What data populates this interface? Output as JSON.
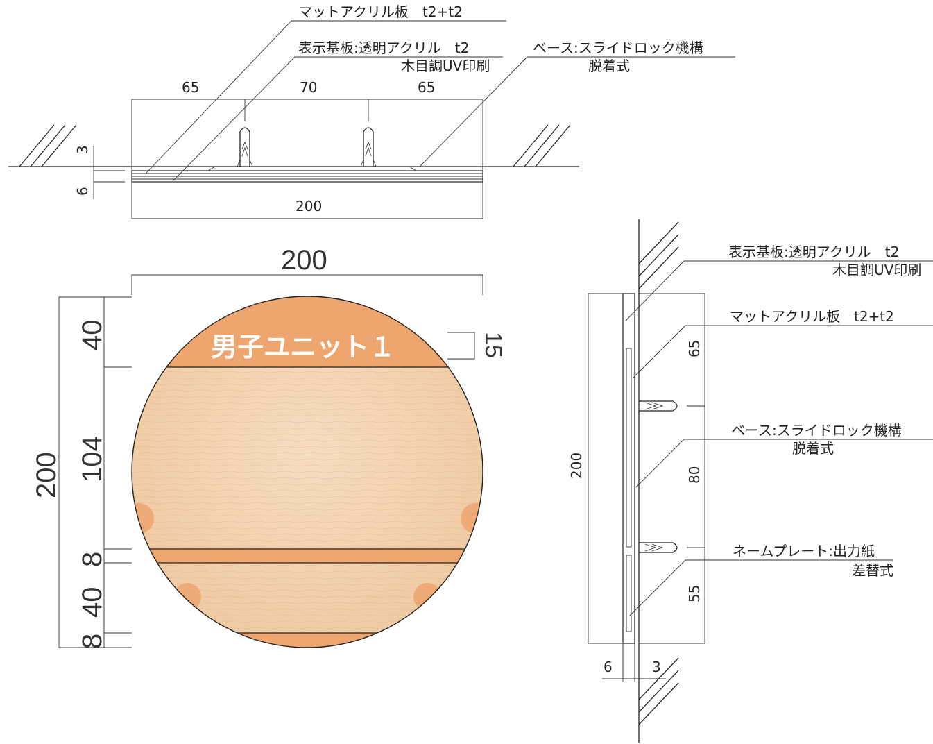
{
  "top_view": {
    "labels": {
      "matte_acrylic": "マットアクリル板　t2+t2",
      "display_base_line1": "表示基板:透明アクリル　t2",
      "display_base_line2": "木目調UV印刷",
      "base_line1": "ベース:スライドロック機構",
      "base_line2": "脱着式"
    },
    "dims": {
      "seg1": "65",
      "seg2": "70",
      "seg3": "65",
      "thickness_3": "3",
      "thickness_6": "6",
      "width": "200"
    }
  },
  "front_view": {
    "sign_text": "男子ユニット１",
    "dims": {
      "width": "200",
      "height": "200",
      "top_band": "40",
      "middle": "104",
      "gap1": "8",
      "lower_band": "40",
      "gap2": "8",
      "text_height": "15"
    }
  },
  "side_view": {
    "labels": {
      "display_base_line1": "表示基板:透明アクリル　t2",
      "display_base_line2": "木目調UV印刷",
      "matte_acrylic": "マットアクリル板　t2+t2",
      "base_line1": "ベース:スライドロック機構",
      "base_line2": "脱着式",
      "nameplate_line1": "ネームプレート:出力紙",
      "nameplate_line2": "差替式"
    },
    "dims": {
      "height": "200",
      "seg_top": "65",
      "seg_mid": "80",
      "seg_bot": "55",
      "thickness_6": "6",
      "thickness_3": "3"
    }
  },
  "colors": {
    "wood_light": "#f1d3b0",
    "wood_band": "#eea56e",
    "line": "#222222"
  }
}
